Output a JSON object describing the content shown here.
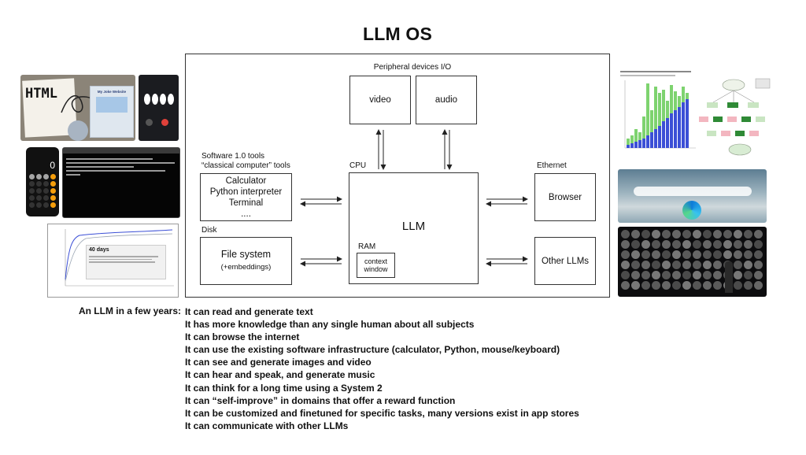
{
  "title": "LLM OS",
  "diagram": {
    "peripheral_label": "Peripheral devices I/O",
    "video": "video",
    "audio": "audio",
    "cpu_label": "CPU",
    "llm": "LLM",
    "ram_label": "RAM",
    "context_window": "context window",
    "ethernet_label": "Ethernet",
    "browser": "Browser",
    "other_llms": "Other LLMs",
    "software_label_1": "Software 1.0 tools",
    "software_label_2": "“classical computer” tools",
    "tools": [
      "Calculator",
      "Python interpreter",
      "Terminal",
      "...."
    ],
    "disk_label": "Disk",
    "file_system": "File system",
    "file_system_sub": "(+embeddings)"
  },
  "thumbnails": {
    "sketch_text": "HTML",
    "web_page_text": "My Joke Website",
    "calculator_display": "0",
    "chart_card_title": "40 days"
  },
  "capabilities_lead": "An LLM in a few years:",
  "capabilities": [
    "It can read and generate text",
    "It has more knowledge than any single human about all subjects",
    "It can browse the internet",
    "It can use the existing software infrastructure (calculator, Python, mouse/keyboard)",
    "It can see and generate images and video",
    "It can hear and speak, and generate music",
    "It can think for a long time using a System 2",
    "It can “self-improve” in domains that offer a reward function",
    "It can be customized and finetuned for specific tasks, many versions exist in app stores",
    "It can communicate with other LLMs"
  ],
  "colors": {
    "ink": "#111111",
    "bar_green": "#7ed36f",
    "bar_blue": "#3b4fd6",
    "node_green": "#2f8a36",
    "node_pink": "#f3b6c0"
  }
}
